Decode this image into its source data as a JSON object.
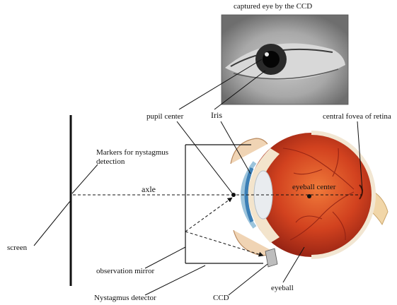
{
  "labels": {
    "captured_eye": "captured eye by the CCD",
    "pupil_center": "pupil center",
    "iris": "Iris",
    "central_fovea": "central fovea of retina",
    "markers": "Markers for nystagmus detection",
    "axle": "axle",
    "eyeball_center": "eyeball center",
    "screen": "screen",
    "observation_mirror": "observation mirror",
    "nystagmus_detector": "Nystagmus detector",
    "ccd": "CCD",
    "eyeball": "eyeball"
  },
  "colors": {
    "eyeball_red": "#c8321e",
    "sclera": "#f2e6d2",
    "iris_blue": "#7fb3d6",
    "line": "#111111",
    "photo_gray": "#9a9a9a"
  }
}
